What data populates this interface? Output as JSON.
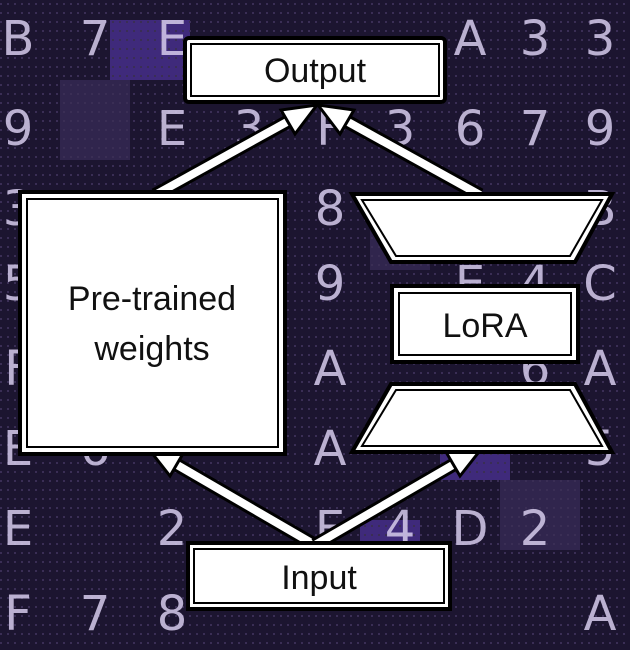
{
  "diagram": {
    "output_label": "Output",
    "input_label": "Input",
    "pretrained_label_line1": "Pre-trained",
    "pretrained_label_line2": "weights",
    "lora_label": "LoRA"
  },
  "background": {
    "base_color": "#1c1530",
    "grid_color": "#3a2e55",
    "glyph_color": "#d6ccec",
    "accent_color": "#6a44d8",
    "glyph_rows": [
      [
        "B",
        "7",
        "E",
        "",
        "",
        "",
        "A",
        "3",
        "3"
      ],
      [
        "9",
        "",
        "E",
        "3",
        "F",
        "3",
        "6",
        "7",
        "9"
      ],
      [
        "3",
        "",
        "",
        "",
        "8",
        "",
        "",
        "",
        "B"
      ],
      [
        "5",
        "",
        "",
        "",
        "9",
        "",
        "E",
        "4",
        "C"
      ],
      [
        "F",
        "",
        "",
        "",
        "A",
        "",
        "",
        "6",
        "A"
      ],
      [
        "E",
        "6",
        "2",
        "",
        "A",
        "",
        "",
        "",
        "5"
      ],
      [
        "E",
        "",
        "2",
        "",
        "E",
        "4",
        "D",
        "2",
        ""
      ],
      [
        "F",
        "7",
        "8",
        "",
        "",
        "",
        "",
        "",
        "A"
      ]
    ]
  },
  "colors": {
    "box_fill": "#ffffff",
    "box_stroke": "#000000",
    "arrow_fill": "#ffffff",
    "arrow_stroke": "#000000"
  }
}
